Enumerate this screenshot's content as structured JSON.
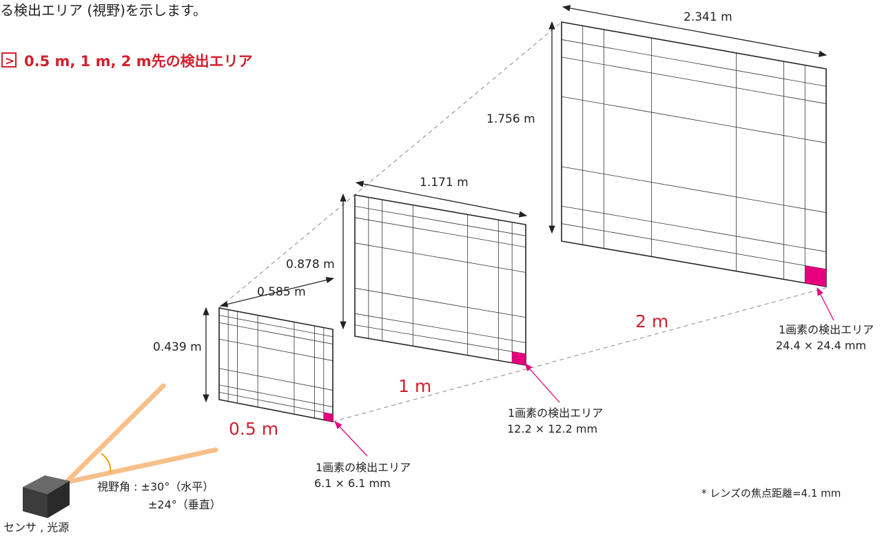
{
  "header": {
    "intro_text": "る検出エリア (視野)を示します。",
    "section_marker": ">",
    "section_title": "0.5 m, 1 m, 2 m先の検出エリア"
  },
  "panels": [
    {
      "distance": "0.5 m",
      "width": "0.585 m",
      "height": "0.439 m",
      "pixel_caption": "1画素の検出エリア",
      "pixel_size": "6.1 × 6.1 mm"
    },
    {
      "distance": "1 m",
      "width": "1.171 m",
      "height": "0.878 m",
      "pixel_caption": "1画素の検出エリア",
      "pixel_size": "12.2 × 12.2 mm"
    },
    {
      "distance": "2 m",
      "width": "2.341 m",
      "height": "1.756 m",
      "pixel_caption": "1画素の検出エリア",
      "pixel_size": "24.4 × 24.4 mm"
    }
  ],
  "sensor": {
    "label": "センサ , 光源",
    "fov_horizontal": "視野角 : ±30°（水平）",
    "fov_vertical": "±24°（垂直）"
  },
  "footnote": "* レンズの焦点距離=4.1 mm",
  "colors": {
    "accent_red": "#d0202e",
    "pixel_magenta": "#e6007e",
    "fov_orange": "#f7c08a",
    "line": "#222222",
    "dash": "#999999"
  }
}
